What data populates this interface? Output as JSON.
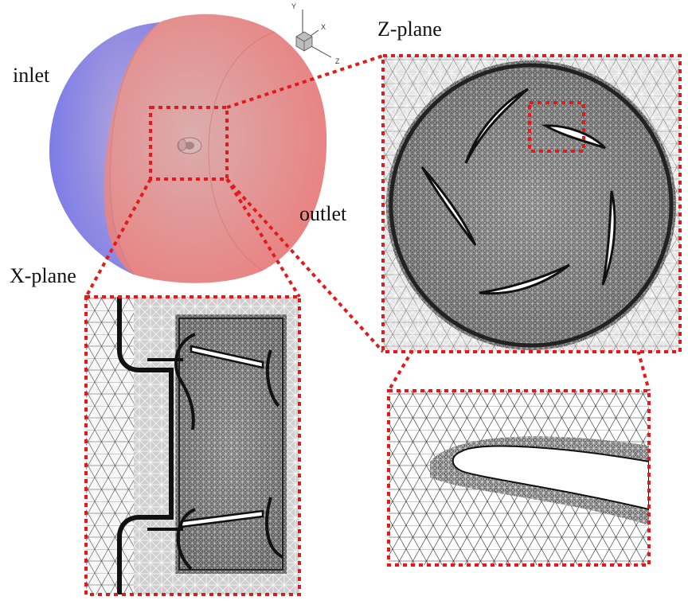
{
  "labels": {
    "inlet": "inlet",
    "outlet": "outlet",
    "z_plane": "Z-plane",
    "x_plane": "X-plane"
  },
  "axes_triad": {
    "y": "Y",
    "x": "X",
    "z": "Z"
  },
  "colors": {
    "inlet": "#8f8fe6",
    "outlet": "#ec9a9a",
    "callout": "#e11b1b",
    "mesh_dark": "#3c3c3c",
    "mesh_light": "#ffffff"
  }
}
